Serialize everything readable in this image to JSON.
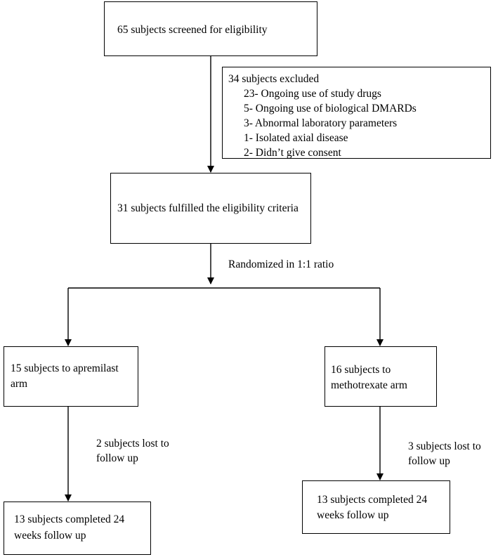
{
  "flowchart": {
    "screened": "65 subjects screened for eligibility",
    "excluded": {
      "heading": "34 subjects excluded",
      "reasons": [
        "23- Ongoing use of study drugs",
        "5- Ongoing use of biological DMARDs",
        "3- Abnormal laboratory parameters",
        "1- Isolated axial disease",
        "2- Didn’t give consent"
      ]
    },
    "eligible": "31 subjects fulfilled the eligibility criteria",
    "randomized": "Randomized in 1:1 ratio",
    "apremilast_arm": {
      "line1": "15 subjects to apremilast",
      "line2": "arm"
    },
    "methotrexate_arm": {
      "line1": "16 subjects to",
      "line2": "methotrexate arm"
    },
    "apremilast_lost": {
      "line1": "2 subjects lost to",
      "line2": "follow up"
    },
    "methotrexate_lost": {
      "line1": "3 subjects lost to",
      "line2": "follow up"
    },
    "apremilast_completed": {
      "line1": "13 subjects completed 24",
      "line2": "weeks follow up"
    },
    "methotrexate_completed": {
      "line1": "13 subjects completed 24",
      "line2": "weeks follow up"
    }
  }
}
